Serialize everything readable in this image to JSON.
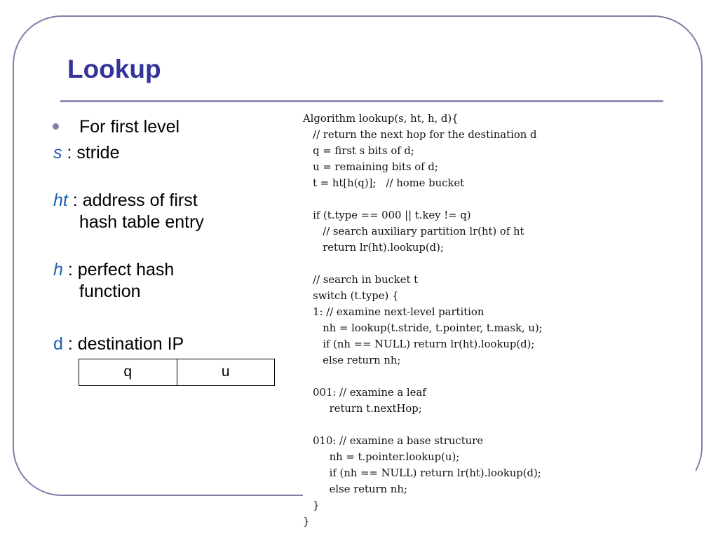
{
  "slide": {
    "title": "Lookup",
    "bullet": "For first level",
    "defs": [
      {
        "var": "s",
        "text": " : stride"
      },
      {
        "var": "ht",
        "text": " : address of first",
        "cont": "hash table entry"
      },
      {
        "var": "h",
        "text": " : perfect hash",
        "cont": "function"
      },
      {
        "var": "d",
        "text": " : destination IP"
      }
    ],
    "bitfield": [
      "q",
      "u"
    ]
  },
  "code": {
    "lines": [
      "Algorithm lookup(s, ht, h, d){",
      "   // return the next hop for the destination d",
      "   q = first s bits of d;",
      "   u = remaining bits of d;",
      "   t = ht[h(q)];   // home bucket",
      "",
      "   if (t.type == 000 || t.key != q)",
      "      // search auxiliary partition lr(ht) of ht",
      "      return lr(ht).lookup(d);",
      "",
      "   // search in bucket t",
      "   switch (t.type) {",
      "   1: // examine next-level partition",
      "      nh = lookup(t.stride, t.pointer, t.mask, u);",
      "      if (nh == NULL) return lr(ht).lookup(d);",
      "      else return nh;",
      "",
      "   001: // examine a leaf",
      "        return t.nextHop;",
      "",
      "   010: // examine a base structure",
      "        nh = t.pointer.lookup(u);",
      "        if (nh == NULL) return lr(ht).lookup(d);",
      "        else return nh;",
      "   }",
      "}"
    ]
  }
}
